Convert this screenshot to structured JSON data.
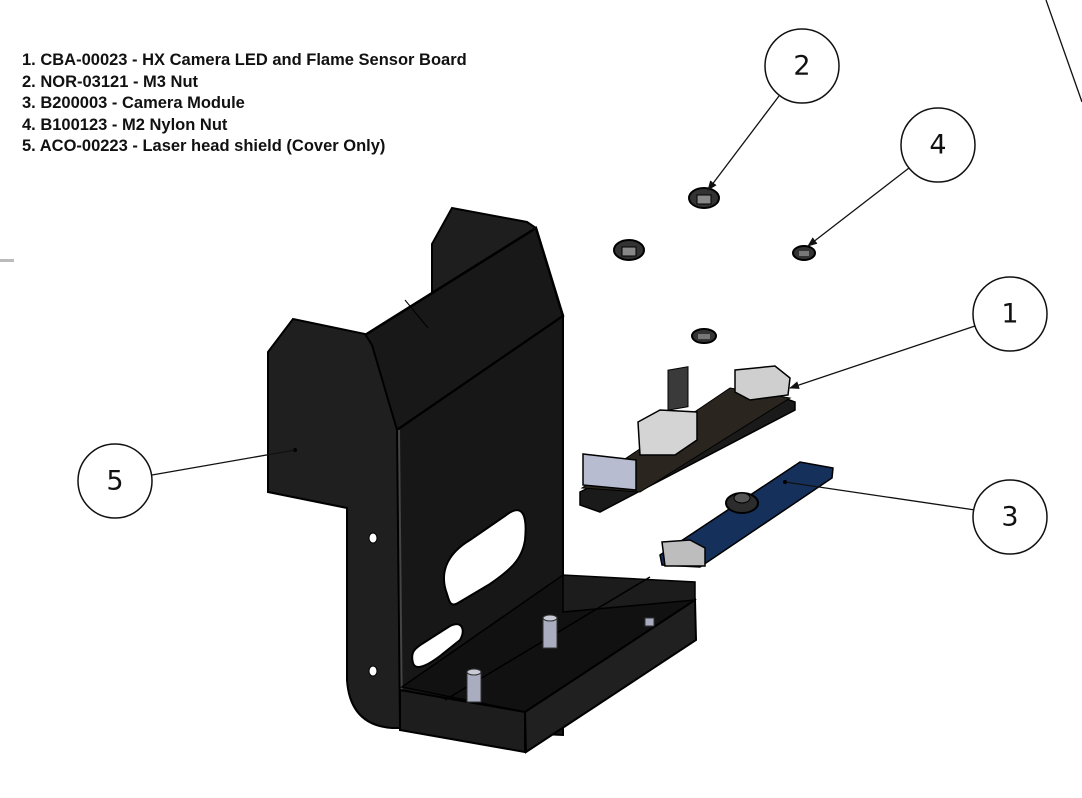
{
  "parts_list": [
    {
      "item": "1",
      "part_number": "CBA-00023",
      "description": "HX Camera LED and Flame Sensor Board",
      "text": "1. CBA-00023 - HX Camera LED and Flame Sensor Board"
    },
    {
      "item": "2",
      "part_number": "NOR-03121",
      "description": "M3 Nut",
      "text": "2. NOR-03121 - M3 Nut"
    },
    {
      "item": "3",
      "part_number": "B200003",
      "description": "Camera Module",
      "text": "3. B200003 - Camera Module"
    },
    {
      "item": "4",
      "part_number": "B100123",
      "description": "M2 Nylon Nut",
      "text": "4. B100123 - M2 Nylon Nut"
    },
    {
      "item": "5",
      "part_number": "ACO-00223",
      "description": "Laser head shield (Cover Only)",
      "text": "5. ACO-00223 - Laser head shield (Cover Only)"
    }
  ],
  "balloons": [
    {
      "label": "1",
      "target": "led-flame-sensor-board"
    },
    {
      "label": "2",
      "target": "m3-nut"
    },
    {
      "label": "3",
      "target": "camera-module"
    },
    {
      "label": "4",
      "target": "m2-nylon-nut"
    },
    {
      "label": "5",
      "target": "laser-head-shield"
    }
  ],
  "colors": {
    "shield": "#1c1c1c",
    "pcb_camera": "#15305a",
    "connector": "#c8c8cc",
    "standoff": "#a9adbf",
    "line": "#111111"
  }
}
